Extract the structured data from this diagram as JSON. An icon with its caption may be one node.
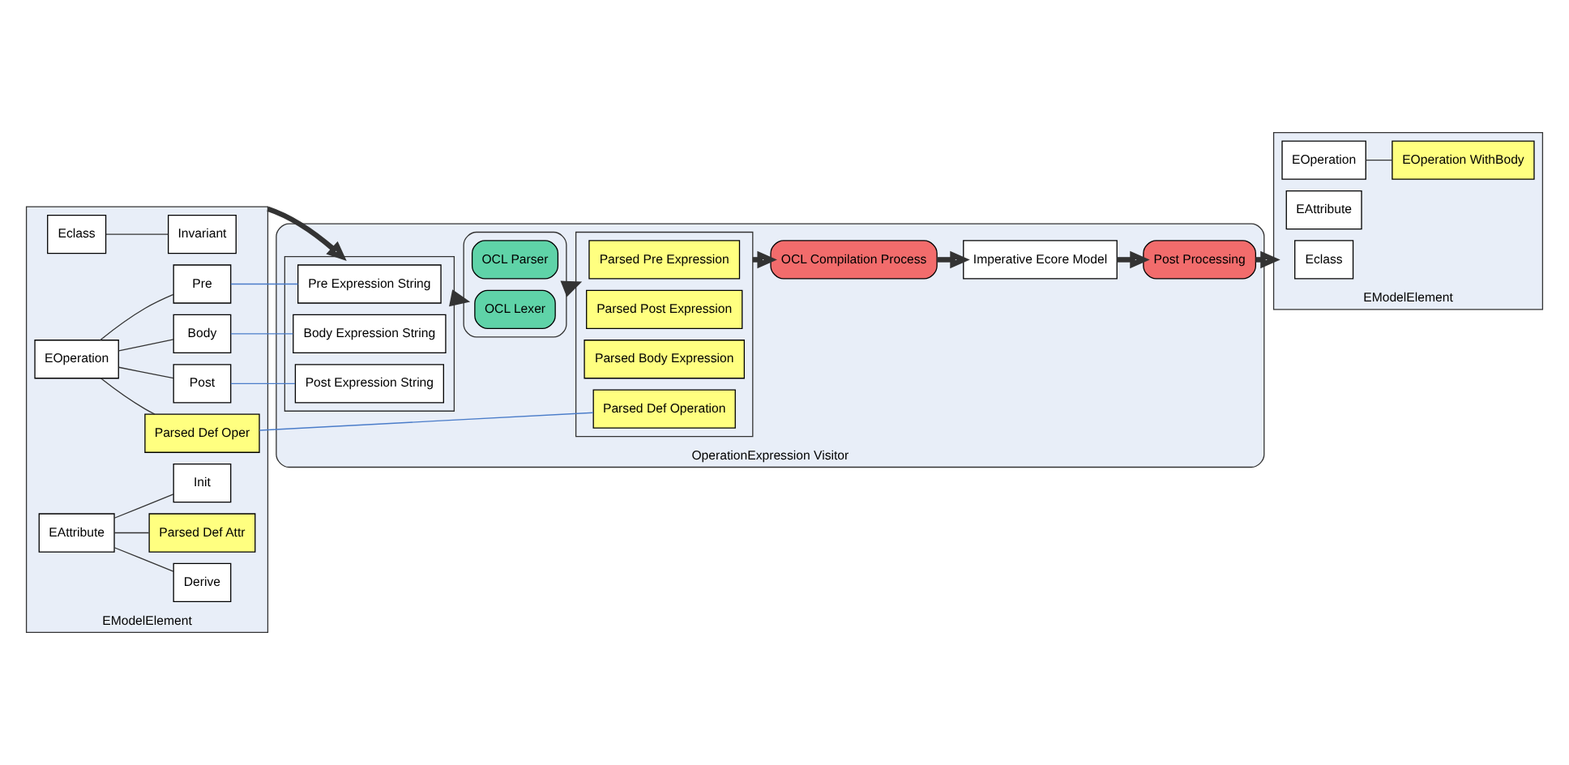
{
  "diagram": {
    "nodes": [
      {
        "text": [
          "EModelElement"
        ]
      },
      {
        "text": [
          "Eclass"
        ],
        "in": 0
      },
      {
        "text": [
          "Invariant"
        ],
        "in": 0
      },
      {
        "text": [
          "EAttribute"
        ],
        "in": 0
      },
      {
        "text": [
          "Derive"
        ],
        "in": 0
      },
      {
        "text": [
          "Init"
        ],
        "in": 0
      },
      {
        "text": [
          "Parsed Def Attr"
        ],
        "in": 0
      },
      {
        "text": [
          "EOperation"
        ],
        "in": 0
      },
      {
        "text": [
          "Pre"
        ],
        "in": 0
      },
      {
        "text": [
          "Body"
        ],
        "in": 0
      },
      {
        "text": [
          "Post"
        ],
        "in": 0
      },
      {
        "text": [
          "Parsed Def Oper"
        ],
        "in": 0
      },
      {
        "text": [
          "OperationExpression Visitor"
        ]
      },
      {
        "text": [],
        "shape": "box",
        "in": 12
      },
      {
        "text": [
          "Pre Expression String"
        ],
        "in": 13
      },
      {
        "text": [
          "Body Expression String"
        ],
        "in": 13
      },
      {
        "text": [
          "Post Expression String"
        ],
        "in": 13
      },
      {
        "text": [],
        "shape": "box",
        "in": 12
      },
      {
        "text": [
          "OCL Lexer"
        ],
        "in": 17
      },
      {
        "text": [
          "OCL Parser"
        ],
        "in": 17
      },
      {
        "text": [],
        "shape": "box",
        "in": 12
      },
      {
        "text": [
          "Parsed Pre Expression"
        ],
        "in": 20
      },
      {
        "text": [
          "Parsed Body Expression"
        ],
        "in": 20
      },
      {
        "text": [
          "Parsed Post Expression"
        ],
        "in": 20
      },
      {
        "text": [
          "Parsed Def Operation"
        ],
        "in": 20
      },
      {
        "text": [
          "OCL Compilation Process"
        ],
        "in": 12
      },
      {
        "text": [
          "Imperative Ecore Model"
        ],
        "in": 12
      },
      {
        "text": [
          "Post Processing"
        ],
        "in": 12
      },
      {
        "text": [
          "EModelElement"
        ]
      },
      {
        "text": [
          "Eclass"
        ],
        "in": 28
      },
      {
        "text": [
          "EAttribute"
        ],
        "in": 28
      },
      {
        "text": [
          "EOperation"
        ],
        "in": 28
      },
      {
        "text": [
          "EOperation WithBody"
        ],
        "in": 28
      }
    ],
    "edges": [
      {
        "from": 1,
        "to": 2,
        "arrow": "none"
      },
      {
        "from": 3,
        "to": 4,
        "arrow": "none"
      },
      {
        "from": 3,
        "to": 5,
        "arrow": "none"
      },
      {
        "from": 3,
        "to": 6,
        "arrow": "none"
      },
      {
        "from": 7,
        "to": 8,
        "arrow": "none"
      },
      {
        "from": 7,
        "to": 9,
        "arrow": "none"
      },
      {
        "from": 7,
        "to": 10,
        "arrow": "none"
      },
      {
        "from": 7,
        "to": 11,
        "arrow": "none"
      },
      {
        "from": 8,
        "to": 14,
        "arrow": "none",
        "color": "#4a7cc9"
      },
      {
        "from": 9,
        "to": 15,
        "arrow": "none",
        "color": "#4a7cc9"
      },
      {
        "from": 10,
        "to": 16,
        "arrow": "none",
        "color": "#4a7cc9"
      },
      {
        "from": 11,
        "to": 24,
        "arrow": "none",
        "color": "#4a7cc9"
      },
      {
        "from": 0,
        "to": 13,
        "arrow": "to",
        "style": "thick"
      },
      {
        "from": 13,
        "to": 17,
        "arrow": "to",
        "style": "thick"
      },
      {
        "from": 17,
        "to": 20,
        "arrow": "to",
        "style": "thick"
      },
      {
        "from": 20,
        "to": 25,
        "arrow": "to",
        "style": "thick"
      },
      {
        "from": 25,
        "to": 26,
        "arrow": "to",
        "style": "thick"
      },
      {
        "from": 26,
        "to": 27,
        "arrow": "to",
        "style": "thick"
      },
      {
        "from": 27,
        "to": 28,
        "arrow": "to",
        "style": "thick"
      },
      {
        "from": 31,
        "to": 32,
        "arrow": "none"
      }
    ]
  }
}
